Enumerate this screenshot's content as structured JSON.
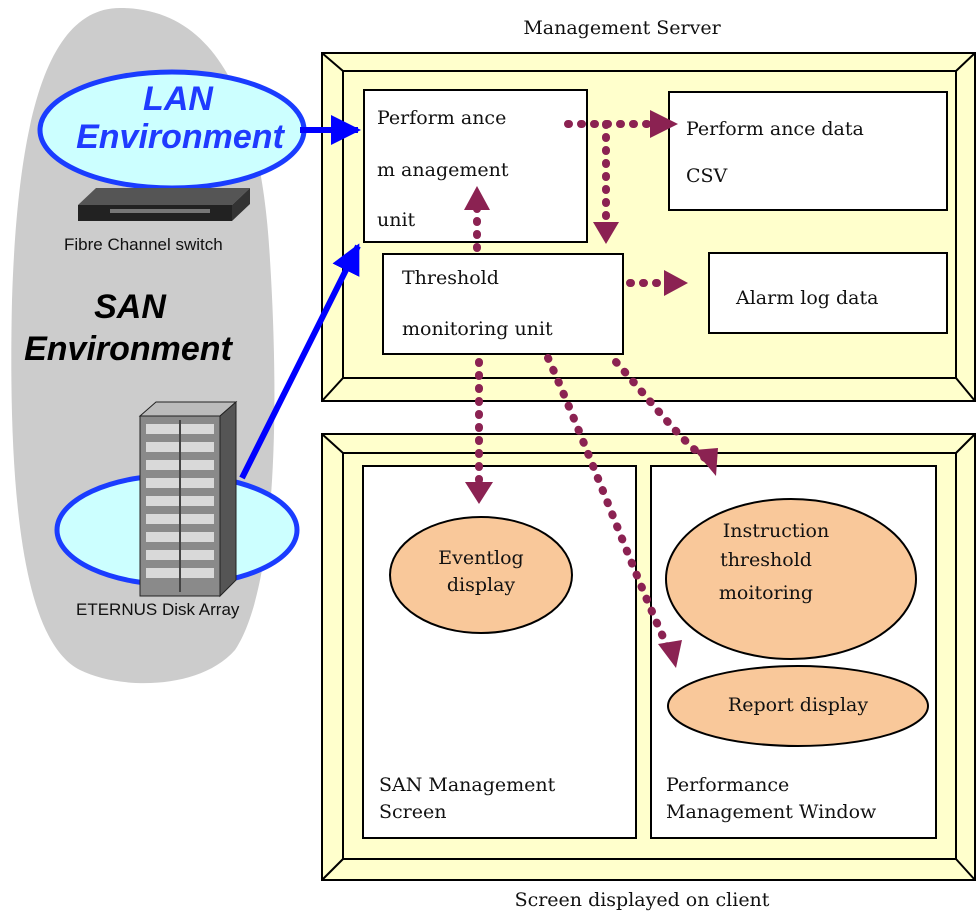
{
  "labels": {
    "management_server": "Management Server",
    "screen_displayed_on_client": "Screen displayed on client",
    "lan_line1": "LAN",
    "lan_line2": "Environment",
    "san_line1": "SAN",
    "san_line2": "Environment",
    "fibre_channel_switch": "Fibre Channel switch",
    "eternus_disk_array": "ETERNUS Disk Array",
    "perf_unit_line1": "Perform ance",
    "perf_unit_line2": "m anagement",
    "perf_unit_line3": "unit",
    "threshold_line1": "Threshold",
    "threshold_line2": "monitoring unit",
    "perf_data_line1": "Perform ance data",
    "perf_data_line2": "CSV",
    "alarm_log": "Alarm log data",
    "eventlog_line1": "Eventlog",
    "eventlog_line2": "display",
    "instruction_line1": "Instruction",
    "instruction_line2": "threshold",
    "instruction_line3": "moitoring",
    "report_display": "Report display",
    "san_screen_line1": "SAN Management",
    "san_screen_line2": "Screen",
    "perf_window_line1": "Performance",
    "perf_window_line2": "Management Window"
  },
  "colors": {
    "frame_fill": "#ffffcc",
    "frame_border": "#000000",
    "oval_fill": "#f9c89a",
    "lan_fill": "#ccffff",
    "lan_text": "#1f3bff",
    "san_bg": "#cccccc",
    "connector_blue": "#0000ff",
    "dotted_arrow": "#8b2252"
  }
}
